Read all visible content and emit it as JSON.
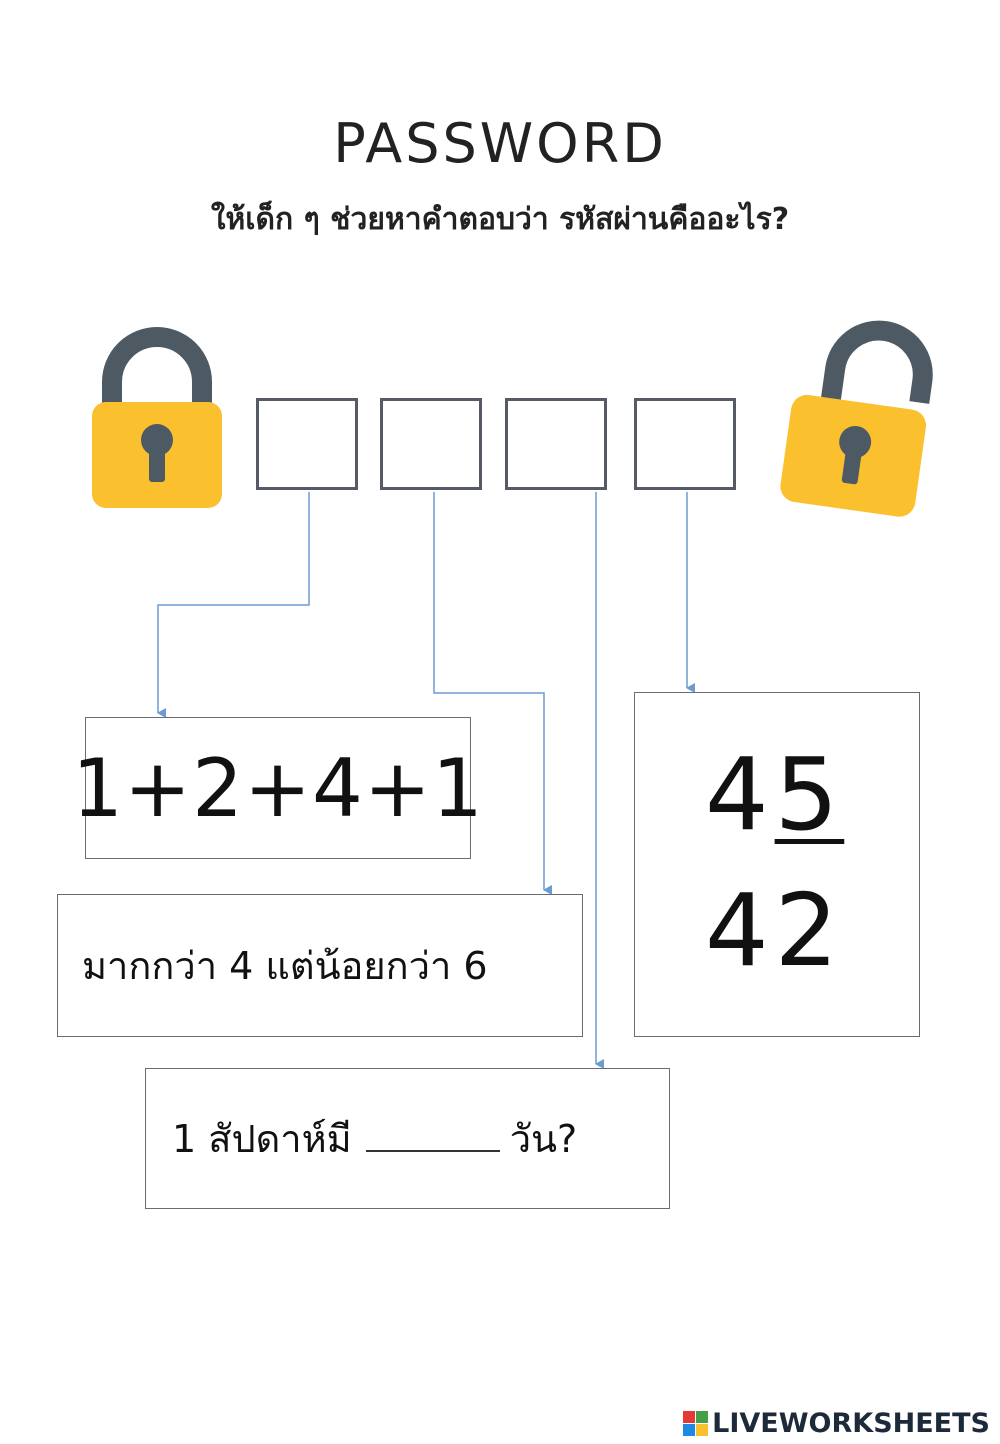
{
  "title": "PASSWORD",
  "subtitle": "ให้เด็ก ๆ ช่วยหาคำตอบว่า รหัสผ่านคืออะไร?",
  "password_boxes": [
    {
      "value": ""
    },
    {
      "value": ""
    },
    {
      "value": ""
    },
    {
      "value": ""
    }
  ],
  "clues": {
    "sum": "1+2+4+1",
    "range": "มากกว่า 4 แต่น้อยกว่า 6",
    "week_prefix": "1 สัปดาห์มี",
    "week_suffix": "วัน?",
    "subtraction_top": "45",
    "subtraction_bottom": "42"
  },
  "colors": {
    "lock_body": "#FBC02D",
    "lock_shackle": "#4E5A63",
    "box_border": "#555a66",
    "arrow": "#6b9bd1"
  },
  "icons": {
    "locked": "padlock-closed-icon",
    "unlocked": "padlock-open-icon"
  },
  "footer": {
    "brand": "LIVEWORKSHEETS"
  }
}
